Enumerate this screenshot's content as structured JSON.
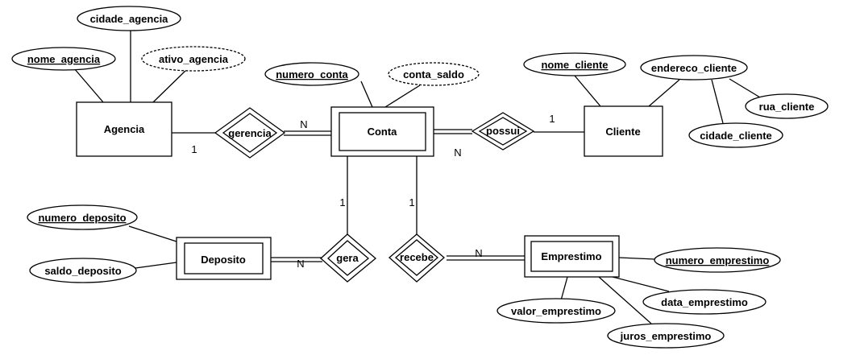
{
  "entities": {
    "agencia": "Agencia",
    "conta": "Conta",
    "cliente": "Cliente",
    "deposito": "Deposito",
    "emprestimo": "Emprestimo"
  },
  "relationships": {
    "gerencia": "gerencia",
    "possui": "possui",
    "gera": "gera",
    "recebe": "recebe"
  },
  "attributes": {
    "cidade_agencia": "cidade_agencia",
    "nome_agencia": "nome_agencia",
    "ativo_agencia": "ativo_agencia",
    "numero_conta": "numero_conta",
    "conta_saldo": "conta_saldo",
    "nome_cliente": "nome_cliente",
    "endereco_cliente": "endereco_cliente",
    "rua_cliente": "rua_cliente",
    "cidade_cliente": "cidade_cliente",
    "numero_deposito": "numero_deposito",
    "saldo_deposito": "saldo_deposito",
    "numero_emprestimo": "numero_emprestimo",
    "valor_emprestimo": "valor_emprestimo",
    "data_emprestimo": "data_emprestimo",
    "juros_emprestimo": "juros_emprestimo"
  },
  "cardinalities": {
    "agencia_gerencia": "1",
    "gerencia_conta": "N",
    "conta_possui": "N",
    "possui_cliente": "1",
    "conta_gera": "1",
    "gera_deposito": "N",
    "conta_recebe": "1",
    "recebe_emprestimo": "N"
  }
}
